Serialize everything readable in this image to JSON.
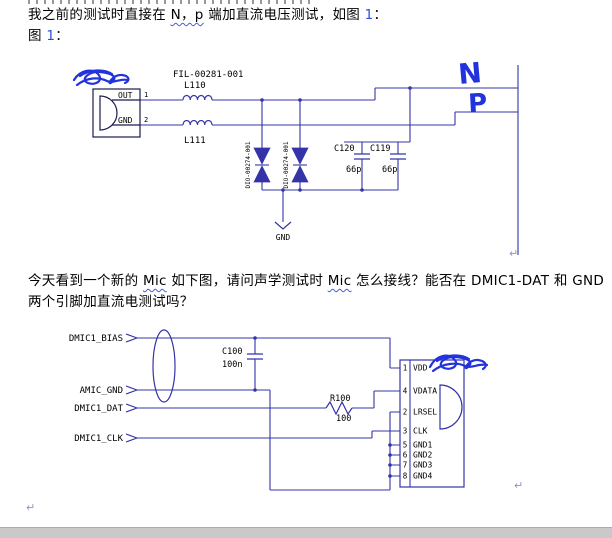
{
  "text": {
    "p1_l1_a": "我之前的测试时直接在 ",
    "p1_l1_np": "N，p",
    "p1_l1_b": " 端加直流电压测试，如图 ",
    "p1_l1_num": "1",
    "p1_l1_c": "：",
    "p1_l2_a": "图 ",
    "p1_l2_num": "1",
    "p1_l2_b": "：",
    "p2_l1_a": "今天看到一个新的 ",
    "p2_l1_mic1": "Mic",
    "p2_l1_b": " 如下图，请问声学测试时 ",
    "p2_l1_mic2": "Mic",
    "p2_l1_c": " 怎么接线？能否在 DMIC1-DAT 和 GND",
    "p2_l2": "两个引脚加直流电测试吗？",
    "pilcrow": "↵"
  },
  "figure1": {
    "part_number": "FIL-00281-001",
    "inductor_top": "L110",
    "inductor_bottom": "L111",
    "jack_pin_out": "OUT",
    "jack_pin_gnd": "GND",
    "pin_no_1": "1",
    "pin_no_2": "2",
    "esd_part": "DIO-00274-001",
    "cap1_ref": "C120",
    "cap1_val": "66p",
    "cap2_ref": "C119",
    "cap2_val": "66p",
    "gnd": "GND",
    "handwritten": {
      "n": "N",
      "p": "P"
    }
  },
  "figure2": {
    "ports": [
      "DMIC1_BIAS",
      "AMIC_GND",
      "DMIC1_DAT",
      "DMIC1_CLK"
    ],
    "cap_ref": "C100",
    "cap_val": "100n",
    "res_ref": "R100",
    "res_val": "100",
    "pins": [
      {
        "num": "1",
        "name": "VDD"
      },
      {
        "num": "4",
        "name": "VDATA"
      },
      {
        "num": "2",
        "name": "LRSEL"
      },
      {
        "num": "3",
        "name": "CLK"
      },
      {
        "num": "5",
        "name": "GND1"
      },
      {
        "num": "6",
        "name": "GND2"
      },
      {
        "num": "7",
        "name": "GND3"
      },
      {
        "num": "8",
        "name": "GND4"
      }
    ]
  },
  "colors": {
    "wire": "#3434a8",
    "handwriting": "#2233dd",
    "formatting_mark": "#8a95c5",
    "bottom_bar": "#c9c9c9"
  }
}
